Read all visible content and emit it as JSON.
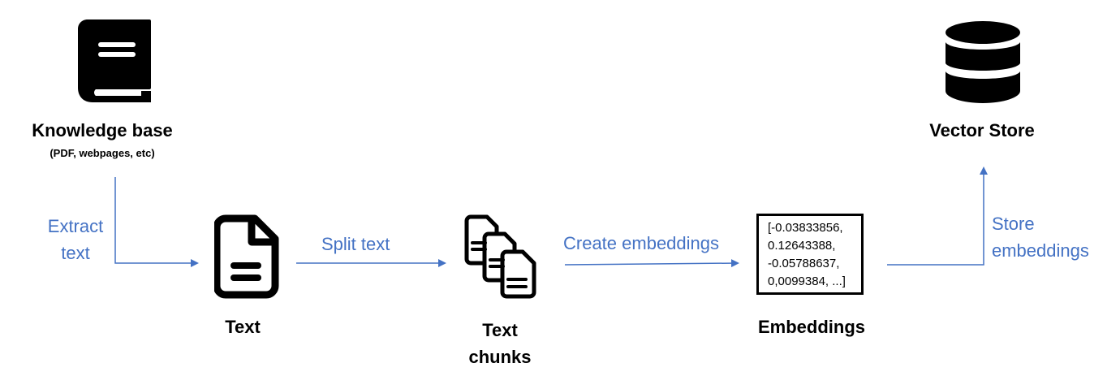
{
  "nodes": {
    "knowledge_base": {
      "title": "Knowledge base",
      "subtitle": "(PDF, webpages, etc)",
      "icon": "book-icon"
    },
    "text": {
      "title": "Text",
      "icon": "document-icon"
    },
    "chunks": {
      "title_line1": "Text",
      "title_line2": "chunks",
      "icon": "documents-icon"
    },
    "embeddings": {
      "title": "Embeddings",
      "values": [
        "[-0.03833856,",
        "0.12643388,",
        "-0.05788637,",
        "0,0099384, ...]"
      ]
    },
    "vector_store": {
      "title": "Vector Store",
      "icon": "database-icon"
    }
  },
  "edges": {
    "extract": {
      "line1": "Extract",
      "line2": "text"
    },
    "split": {
      "label": "Split text"
    },
    "create": {
      "label": "Create embeddings"
    },
    "store": {
      "line1": "Store",
      "line2": "embeddings"
    }
  },
  "colors": {
    "accent": "#4472c4",
    "icon": "#000000"
  }
}
